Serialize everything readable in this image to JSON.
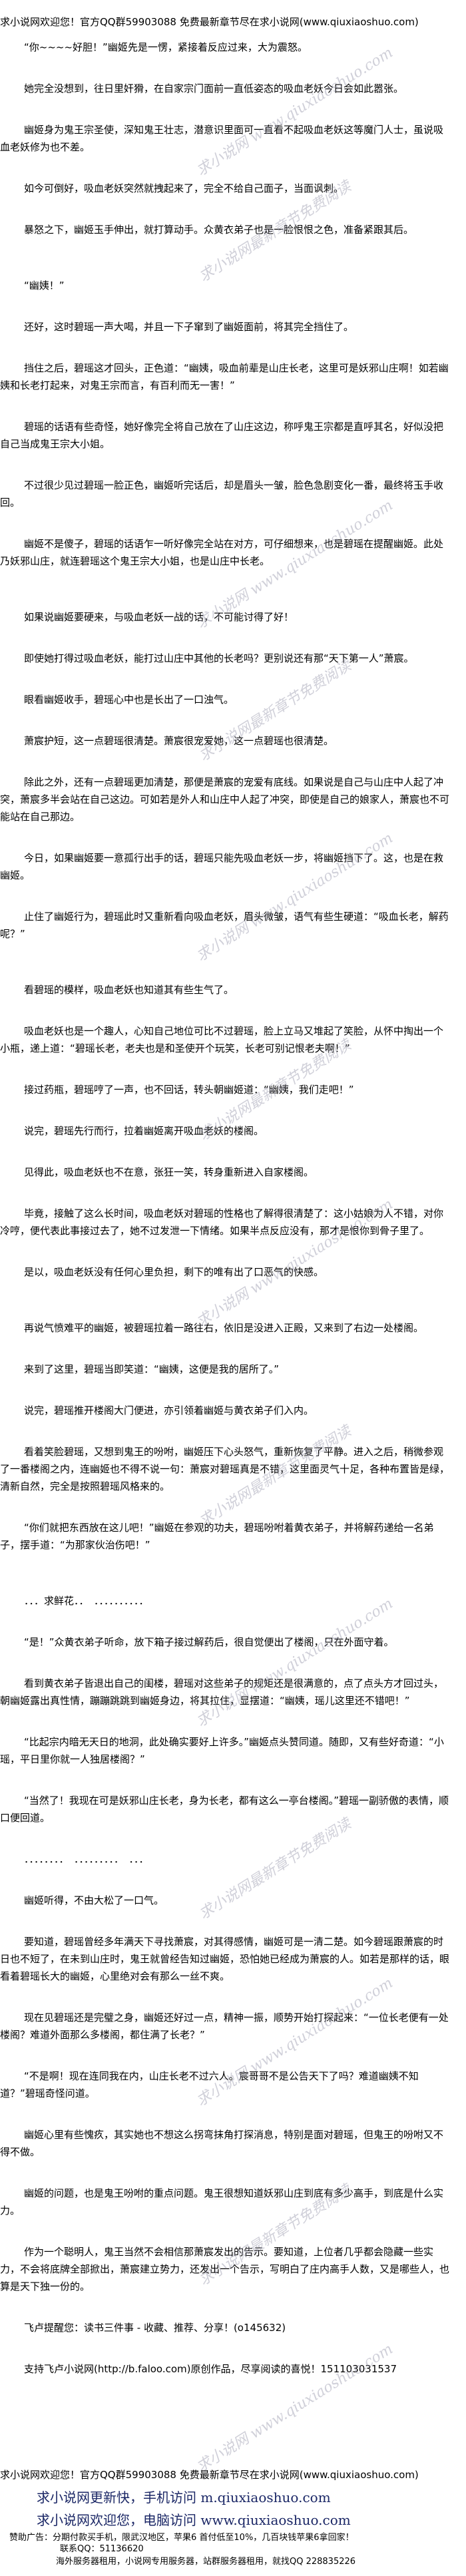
{
  "site": {
    "banner": "求小说网欢迎您！官方QQ群59903088 免费最新章节尽在求小说网(www.qiuxiaoshuo.com)",
    "watermark_1": "求小说网 www.qiuxiaoshuo.com",
    "watermark_2": "求小说网最新章节免费阅读"
  },
  "body": {
    "paragraphs": [
      "“你~~~~好胆！”幽姬先是一愣，紧接着反应过来，大为震怒。",
      "她完全没想到，往日里奸猾，在自家宗门面前一直低姿态的吸血老妖今日会如此嚣张。",
      "幽姬身为鬼王宗圣使，深知鬼王壮志，潜意识里面可一直看不起吸血老妖这等魔门人士，虽说吸血老妖修为也不差。",
      "如今可倒好，吸血老妖突然就拽起来了，完全不给自己面子，当面讽刺。",
      "暴怒之下，幽姬玉手伸出，就打算动手。众黄衣弟子也是一脸恨恨之色，准备紧跟其后。",
      "“幽姨！”",
      "还好，这时碧瑶一声大喝，并且一下子窜到了幽姬面前，将其完全挡住了。",
      "挡住之后，碧瑶这才回头，正色道：“幽姨，吸血前辈是山庄长老，这里可是妖邪山庄啊！如若幽姨和长老打起来，对鬼王宗而言，有百利而无一害！”",
      "碧瑶的话语有些奇怪，她好像完全将自己放在了山庄这边，称呼鬼王宗都是直呼其名，好似没把自己当成鬼王宗大小姐。",
      "不过很少见过碧瑶一脸正色，幽姬听完话后，却是眉头一皱，脸色急剧变化一番，最终将玉手收回。",
      "幽姬不是傻子，碧瑶的话语乍一听好像完全站在对方，可仔细想来，也是碧瑶在提醒幽姬。此处乃妖邪山庄，就连碧瑶这个鬼王宗大小姐，也是山庄中长老。",
      "如果说幽姬要硬来，与吸血老妖一战的话，不可能讨得了好！",
      "即使她打得过吸血老妖，能打过山庄中其他的长老吗？更别说还有那“天下第一人”萧宸。",
      "眼看幽姬收手，碧瑶心中也是长出了一口浊气。",
      "萧宸护短，这一点碧瑶很清楚。萧宸很宠爱她，这一点碧瑶也很清楚。",
      "除此之外，还有一点碧瑶更加清楚，那便是萧宸的宠爱有底线。如果说是自己与山庄中人起了冲突，萧宸多半会站在自己这边。可如若是外人和山庄中人起了冲突，即使是自己的娘家人，萧宸也不可能站在自己那边。",
      "今日，如果幽姬要一意孤行出手的话，碧瑶只能先吸血老妖一步，将幽姬挡下了。这，也是在救幽姬。",
      "止住了幽姬行为，碧瑶此时又重新看向吸血老妖，眉头微皱，语气有些生硬道：“吸血长老，解药呢？”",
      "看碧瑶的模样，吸血老妖也知道其有些生气了。",
      "吸血老妖也是一个趣人，心知自己地位可比不过碧瑶，脸上立马又堆起了笑脸，从怀中掏出一个小瓶，递上道：“碧瑶长老，老夫也是和圣使开个玩笑，长老可别记恨老夫啊！”",
      "接过药瓶，碧瑶哼了一声，也不回话，转头朝幽姬道：“幽姨，我们走吧！”",
      "说完，碧瑶先行而行，拉着幽姬离开吸血老妖的楼阁。",
      "见得此，吸血老妖也不在意，张狂一笑，转身重新进入自家楼阁。",
      "毕竟，接触了这么长时间，吸血老妖对碧瑶的性格也了解得很清楚了：这小姑娘为人不错，对你冷哼，便代表此事接过去了，她不过发泄一下情绪。如果半点反应没有，那才是恨你到骨子里了。",
      "是以，吸血老妖没有任何心里负担，剩下的唯有出了口恶气的快感。",
      "再说气愤难平的幽姬，被碧瑶拉着一路往右，依旧是没进入正殿，又来到了右边一处楼阁。",
      "来到了这里，碧瑶当即笑道：“幽姨，这便是我的居所了。”",
      "说完，碧瑶推开楼阁大门便进，亦引领着幽姬与黄衣弟子们入内。",
      "看着笑脸碧瑶，又想到鬼王的吩咐，幽姬压下心头怒气，重新恢复了平静。进入之后，稍微参观了一番楼阁之内，连幽姬也不得不说一句：萧宸对碧瑶真是不错，这里面灵气十足，各种布置皆是绿，清新自然，完全是按照碧瑶风格来的。",
      "“你们就把东西放在这儿吧！”幽姬在参观的功夫，碧瑶吩咐着黄衣弟子，并将解药递给一名弟子，摆手道：“为那家伙治伤吧！”",
      "．．．求鲜花．．　．．．．．．．．．．",
      "“是！”众黄衣弟子听命，放下箱子接过解药后，很自觉便出了楼阁，只在外面守着。",
      "看到黄衣弟子皆退出自己的闺楼，碧瑶对这些弟子的规矩还是很满意的，点了点头方才回过头，朝幽姬露出真性情，蹦蹦跳跳到幽姬身边，将其拉住，显摆道：“幽姨，瑶儿这里还不错吧！”",
      "“比起宗内暗无天日的地洞，此处确实要好上许多。”幽姬点头赞同道。随即，又有些好奇道：“小瑶，平日里你就一人独居楼阁？”",
      "“当然了！我现在可是妖邪山庄长老，身为长老，都有这么一亭台楼阁。”碧瑶一副骄傲的表情，顺口便回道。",
      "．．．．．．．．　．．．．．．．．．　．．．",
      "幽姬听得，不由大松了一口气。",
      "要知道，碧瑶曾经多年满天下寻找萧宸，对其得感情，幽姬可是一清二楚。如今碧瑶跟萧宸的时日也不短了，在未到山庄时，鬼王就曾经告知过幽姬，恐怕她已经成为萧宸的人。如若是那样的话，眼看着碧瑶长大的幽姬，心里绝对会有那么一丝不爽。",
      "现在见碧瑶还是完璧之身，幽姬还好过一点，精神一振，顺势开始打探起来：“一位长老便有一处楼阁？难道外面那么多楼阁，都住满了长老？”",
      "“不是啊！现在连同我在内，山庄长老不过六人。宸哥哥不是公告天下了吗？难道幽姨不知道？”碧瑶奇怪问道。",
      "幽姬心里有些愧疚，其实她也不想这么拐弯抹角打探消息，特别是面对碧瑶，但鬼王的吩咐又不得不做。",
      "幽姬的问题，也是鬼王吩咐的重点问题。鬼王很想知道妖邪山庄到底有多少高手，到底是什么实力。",
      "作为一个聪明人，鬼王当然不会相信那萧宸发出的告示。要知道，上位者几乎都会隐藏一些实力，不会将底牌全部掀出，萧宸建立势力，还发出一个告示，写明白了庄内高手人数，又是哪些人，也算是天下独一份的。",
      "飞卢提醒您：读书三件事 - 收藏、推荐、分享！(o145632)",
      "支持飞卢小说网(http://b.faloo.com)原创作品，尽享阅读的喜悦！151103031537"
    ]
  },
  "footer": {
    "banner": "求小说网欢迎您！官方QQ群59903088 免费最新章节尽在求小说网(www.qiuxiaoshuo.com)",
    "mobile_promo": "求小说网更新快，手机访问 m.qiuxiaoshuo.com",
    "pc_promo": "求小说网欢迎您，电脑访问 www.qiuxiaoshuo.com",
    "ad_line": "赞助广告：分期付款买手机，限武汉地区，苹果6 首付低至10%，几百块钱苹果6拿回家！",
    "ad_contact": "联系QQ：51136620",
    "server_ad": "海外服务器租用，小说网专用服务器，站群服务器租用，就找QQ 228835226"
  }
}
